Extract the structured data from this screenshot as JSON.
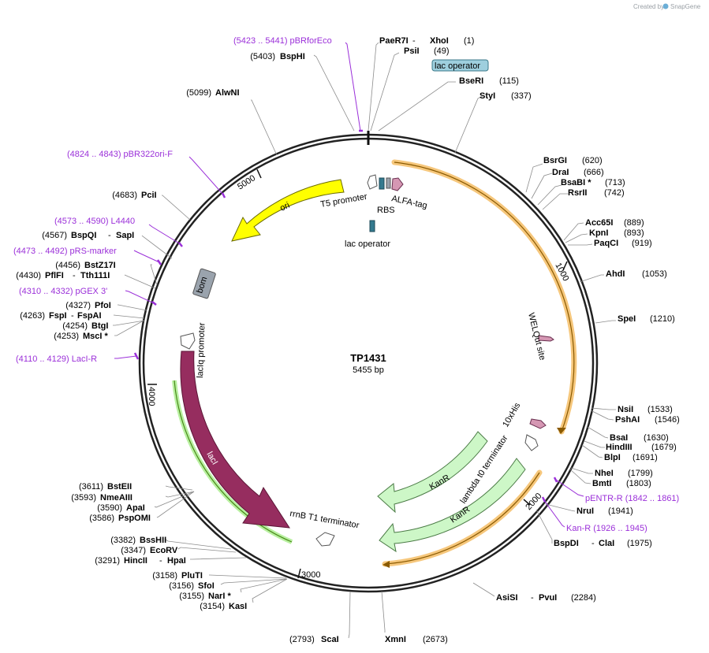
{
  "credit": {
    "created_by": "Created by",
    "brand": "SnapGene"
  },
  "plasmid": {
    "name": "TP1431",
    "length_label": "5455 bp",
    "length_bp": 5455
  },
  "ticks": [
    {
      "label": "1000",
      "bp": 1000
    },
    {
      "label": "2000",
      "bp": 2000
    },
    {
      "label": "3000",
      "bp": 3000
    },
    {
      "label": "4000",
      "bp": 4000
    },
    {
      "label": "5000",
      "bp": 5000
    }
  ],
  "enzyme_sites": [
    {
      "id": "paer7i-xhoi",
      "name": "PaeR7I",
      "name2": "XhoI",
      "pos": "(1)",
      "bp": 1
    },
    {
      "id": "psii",
      "name": "PsiI",
      "pos": "(49)",
      "bp": 49
    },
    {
      "id": "bseri",
      "name": "BseRI",
      "pos": "(115)",
      "bp": 115
    },
    {
      "id": "styi",
      "name": "StyI",
      "pos": "(337)",
      "bp": 337
    },
    {
      "id": "bsrgi",
      "name": "BsrGI",
      "pos": "(620)",
      "bp": 620
    },
    {
      "id": "drai",
      "name": "DraI",
      "pos": "(666)",
      "bp": 666
    },
    {
      "id": "bsabi",
      "name": "BsaBI *",
      "pos": "(713)",
      "bp": 713
    },
    {
      "id": "rsrii",
      "name": "RsrII",
      "pos": "(742)",
      "bp": 742
    },
    {
      "id": "acc65i",
      "name": "Acc65I",
      "pos": "(889)",
      "bp": 889
    },
    {
      "id": "kpni",
      "name": "KpnI",
      "pos": "(893)",
      "bp": 893
    },
    {
      "id": "paqci",
      "name": "PaqCI",
      "pos": "(919)",
      "bp": 919
    },
    {
      "id": "ahdi",
      "name": "AhdI",
      "pos": "(1053)",
      "bp": 1053
    },
    {
      "id": "spei",
      "name": "SpeI",
      "pos": "(1210)",
      "bp": 1210
    },
    {
      "id": "nsii",
      "name": "NsiI",
      "pos": "(1533)",
      "bp": 1533
    },
    {
      "id": "pshai",
      "name": "PshAI",
      "pos": "(1546)",
      "bp": 1546
    },
    {
      "id": "bsai",
      "name": "BsaI",
      "pos": "(1630)",
      "bp": 1630
    },
    {
      "id": "hindiii",
      "name": "HindIII",
      "pos": "(1679)",
      "bp": 1679
    },
    {
      "id": "blpi",
      "name": "BlpI",
      "pos": "(1691)",
      "bp": 1691
    },
    {
      "id": "nhei",
      "name": "NheI",
      "pos": "(1799)",
      "bp": 1799
    },
    {
      "id": "bmti",
      "name": "BmtI",
      "pos": "(1803)",
      "bp": 1803
    },
    {
      "id": "nrui",
      "name": "NruI",
      "pos": "(1941)",
      "bp": 1941
    },
    {
      "id": "bspdi-clai",
      "name": "BspDI",
      "name2": "ClaI",
      "pos": "(1975)",
      "bp": 1975
    },
    {
      "id": "asisi-pvui",
      "name": "AsiSI",
      "name2": "PvuI",
      "pos": "(2284)",
      "bp": 2284
    },
    {
      "id": "xmni",
      "name": "XmnI",
      "pos": "(2673)",
      "bp": 2673
    },
    {
      "id": "scai",
      "name": "ScaI",
      "pos": "(2793)",
      "bp": 2793
    },
    {
      "id": "kasi",
      "name": "KasI",
      "pos": "(3154)",
      "bp": 3154
    },
    {
      "id": "nari",
      "name": "NarI *",
      "pos": "(3155)",
      "bp": 3155
    },
    {
      "id": "sfoi",
      "name": "SfoI",
      "pos": "(3156)",
      "bp": 3156
    },
    {
      "id": "pluti",
      "name": "PluTI",
      "pos": "(3158)",
      "bp": 3158
    },
    {
      "id": "hincii-hpai",
      "name": "HincII",
      "name2": "HpaI",
      "pos": "(3291)",
      "bp": 3291
    },
    {
      "id": "ecorv",
      "name": "EcoRV",
      "pos": "(3347)",
      "bp": 3347
    },
    {
      "id": "bsshii",
      "name": "BssHII",
      "pos": "(3382)",
      "bp": 3382
    },
    {
      "id": "pspomi",
      "name": "PspOMI",
      "pos": "(3586)",
      "bp": 3586
    },
    {
      "id": "apai",
      "name": "ApaI",
      "pos": "(3590)",
      "bp": 3590
    },
    {
      "id": "nmeaiii",
      "name": "NmeAIII",
      "pos": "(3593)",
      "bp": 3593
    },
    {
      "id": "bsteii",
      "name": "BstEII",
      "pos": "(3611)",
      "bp": 3611
    },
    {
      "id": "msci",
      "name": "MscI *",
      "pos": "(4253)",
      "bp": 4253
    },
    {
      "id": "btgi",
      "name": "BtgI",
      "pos": "(4254)",
      "bp": 4254
    },
    {
      "id": "fspi-fspai",
      "name": "FspI",
      "name2": "FspAI",
      "pos": "(4263)",
      "bp": 4263
    },
    {
      "id": "pfoi",
      "name": "PfoI",
      "pos": "(4327)",
      "bp": 4327
    },
    {
      "id": "pflfi-tth111i",
      "name": "PflFI",
      "name2": "Tth111I",
      "pos": "(4430)",
      "bp": 4430
    },
    {
      "id": "bstz17i",
      "name": "BstZ17I",
      "pos": "(4456)",
      "bp": 4456
    },
    {
      "id": "bspqi-sapi",
      "name": "BspQI",
      "name2": "SapI",
      "pos": "(4567)",
      "bp": 4567
    },
    {
      "id": "pcii",
      "name": "PciI",
      "pos": "(4683)",
      "bp": 4683
    },
    {
      "id": "alwni",
      "name": "AlwNI",
      "pos": "(5099)",
      "bp": 5099
    },
    {
      "id": "bsphi",
      "name": "BspHI",
      "pos": "(5403)",
      "bp": 5403
    }
  ],
  "primers": [
    {
      "id": "pbrforeco",
      "label": "(5423 .. 5441)  pBRforEco",
      "start": 5423,
      "end": 5441
    },
    {
      "id": "pbr322ori-f",
      "label": "(4824 .. 4843)  pBR322ori-F",
      "start": 4824,
      "end": 4843
    },
    {
      "id": "l4440",
      "label": "(4573 .. 4590)  L4440",
      "start": 4573,
      "end": 4590
    },
    {
      "id": "prs-marker",
      "label": "(4473 .. 4492)  pRS-marker",
      "start": 4473,
      "end": 4492
    },
    {
      "id": "pgex3",
      "label": "(4310 .. 4332)  pGEX 3'",
      "start": 4310,
      "end": 4332
    },
    {
      "id": "laci-r",
      "label": "(4110 .. 4129)  LacI-R",
      "start": 4110,
      "end": 4129
    },
    {
      "id": "pentr-r",
      "label": "pENTR-R     (1842 .. 1861)",
      "start": 1842,
      "end": 1861
    },
    {
      "id": "kan-r",
      "label": "Kan-R     (1926 .. 1945)",
      "start": 1926,
      "end": 1945
    }
  ],
  "features": {
    "lac_operator_box": "lac operator",
    "lac_operator_inner": "lac operator",
    "t5_promoter": "T5 promoter",
    "rbs": "RBS",
    "alfa_tag": "ALFA-tag",
    "welqut_site": "WELQut site",
    "his_tag": "10xHis",
    "lambda_t0": "lambda t0 terminator",
    "kanr_outer": "KanR",
    "kanr_inner": "KanR",
    "rrnb_t1": "rrnB T1 terminator",
    "laci": "lacI",
    "laciq_promoter": "lacIq promoter",
    "bom": "bom",
    "ori": "ori"
  },
  "colors": {
    "ori": "#ffff00",
    "laci": "#962d5f",
    "kanr": "#cdf7c7",
    "orf_highlight": "#f6c77c",
    "primer": "#9b30d9",
    "bom": "#9aa3ad",
    "lac_operator": "#9ecfde",
    "alfa_tag": "#d597b3",
    "rbs": "#347a8f"
  }
}
